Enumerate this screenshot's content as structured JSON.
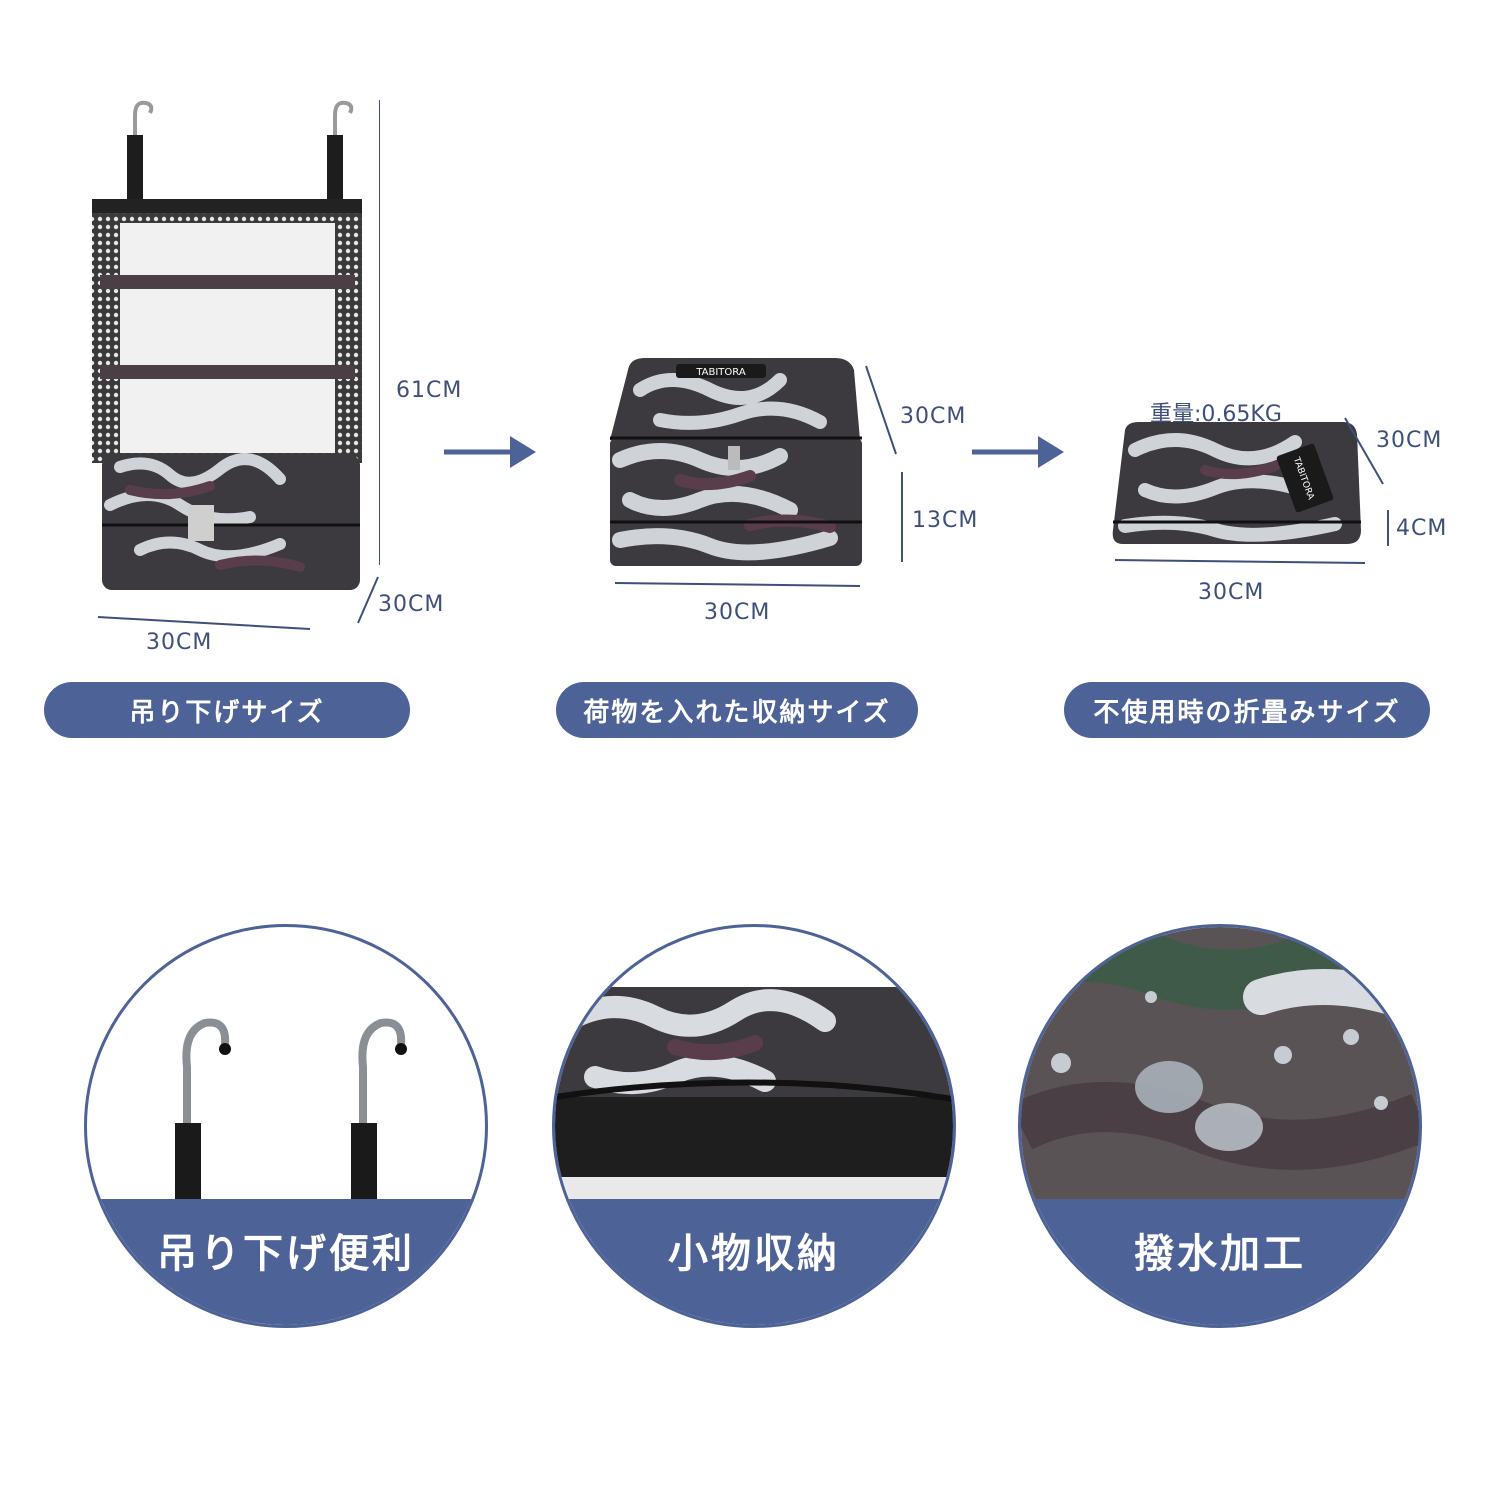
{
  "colors": {
    "accent": "#4d6297",
    "label_text": "#3e4f7a",
    "arrow": "#4d6297"
  },
  "section1": {
    "height": "61CM",
    "depth": "30CM",
    "width": "30CM",
    "pill": "吊り下げサイズ"
  },
  "section2": {
    "brand": "TABITORA",
    "depth": "30CM",
    "height": "13CM",
    "width": "30CM",
    "pill": "荷物を入れた収納サイズ"
  },
  "section3": {
    "brand": "TABITORA",
    "weight": "重量:0.65KG",
    "depth": "30CM",
    "height": "4CM",
    "width": "30CM",
    "pill": "不使用時の折畳みサイズ"
  },
  "features": [
    {
      "label": "吊り下げ便利",
      "icon": "hook-icon"
    },
    {
      "label": "小物収納",
      "icon": "pocket-icon"
    },
    {
      "label": "撥水加工",
      "icon": "water-drop-icon"
    }
  ]
}
